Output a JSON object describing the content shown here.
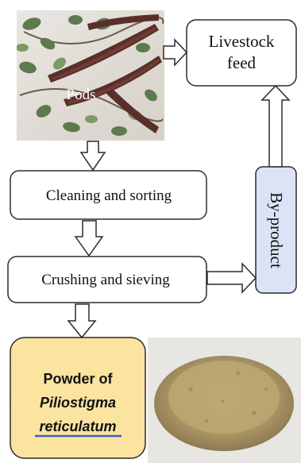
{
  "nodes": {
    "pods": {
      "label": "Pods"
    },
    "livestock": {
      "line1": "Livestock",
      "line2": "feed"
    },
    "cleaning": {
      "label": "Cleaning and sorting"
    },
    "crushing": {
      "label": "Crushing and sieving"
    },
    "byproduct": {
      "label": "By-product"
    },
    "powder": {
      "line1": "Powder of",
      "line2": "Piliostigma",
      "line3": "reticulatum"
    }
  },
  "colors": {
    "box_stroke": "#2b2b2b",
    "byproduct_fill": "#dde3f7",
    "powder_fill": "#fbe3a0",
    "powder_underline": "#3e5fbf",
    "arrow_fill": "#ffffff"
  },
  "icons": {
    "pods_photo": "pods-photo",
    "powder_photo": "powder-photo"
  }
}
